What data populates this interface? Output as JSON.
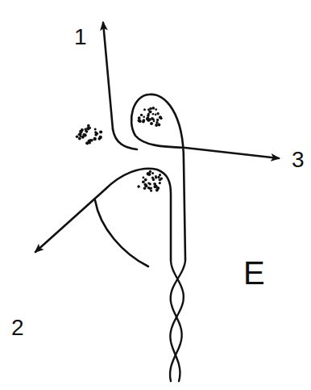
{
  "diagram": {
    "labels": [
      "1",
      "2",
      "3",
      "E"
    ]
  }
}
